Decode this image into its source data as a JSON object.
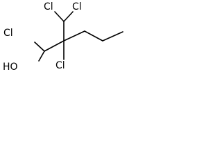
{
  "molecule": {
    "atoms": {
      "cl_top_left": "Cl",
      "cl_top_right": "Cl",
      "cl_left": "Cl",
      "oh": "HO",
      "cl_center": "Cl"
    },
    "colors": {
      "ink": "#000000",
      "background": "#ffffff"
    }
  }
}
